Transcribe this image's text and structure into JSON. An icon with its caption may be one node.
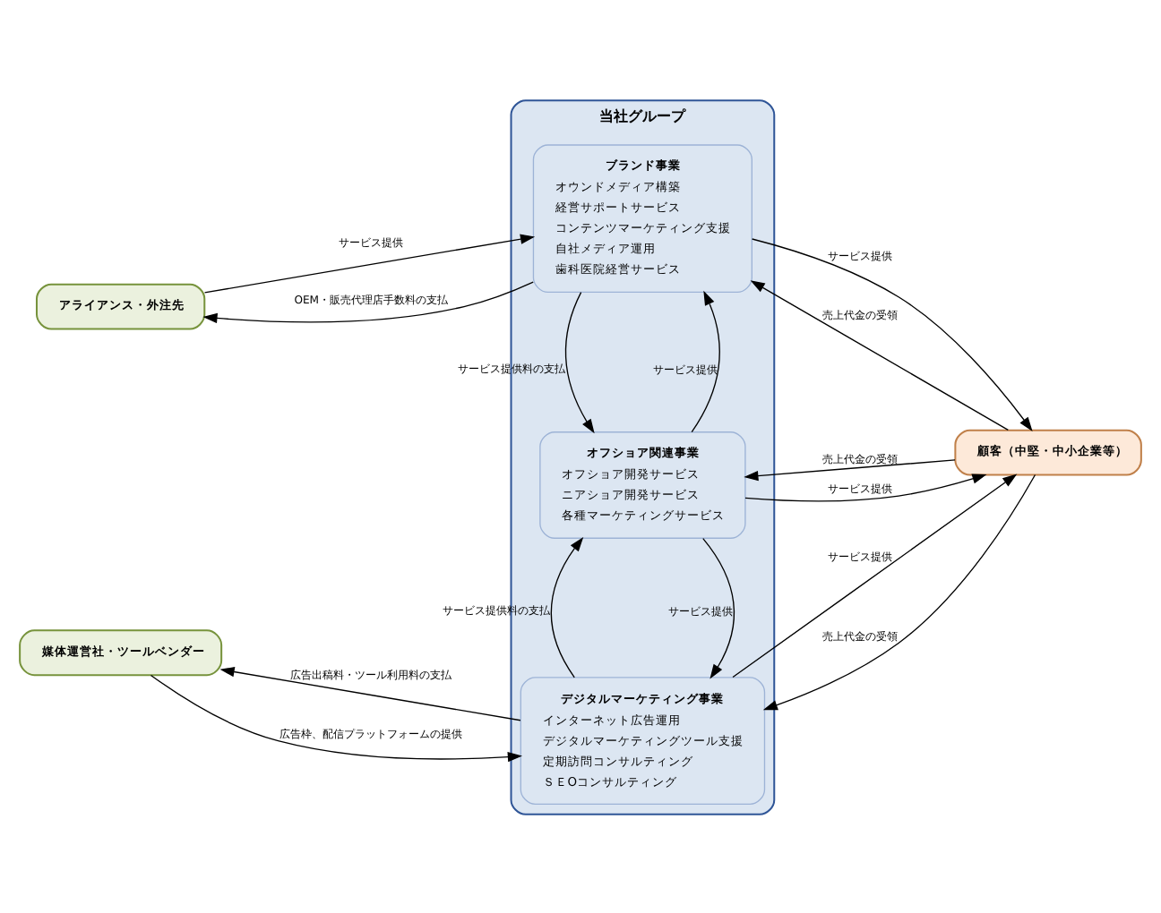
{
  "diagram": {
    "nodes": [
      {
        "text": [
          "アライアンス・外注先"
        ]
      },
      {
        "text": [
          "当社グループ"
        ]
      },
      {
        "text": [
          "ブランド事業",
          "オウンドメディア構築",
          "経営サポートサービス",
          "コンテンツマーケティング支援",
          "自社メディア運用",
          "歯科医院経営サービス"
        ],
        "in": 1
      },
      {
        "text": [
          "オフショア関連事業",
          "オフショア開発サービス",
          "ニアショア開発サービス",
          "各種マーケティングサービス"
        ],
        "in": 1
      },
      {
        "text": [
          "デジタルマーケティング事業",
          "インターネット広告運用",
          "デジタルマーケティングツール支援",
          "定期訪問コンサルティング",
          "ＳＥOコンサルティング"
        ],
        "in": 1
      },
      {
        "text": [
          "媒体運営社・ツールベンダー"
        ]
      },
      {
        "text": [
          "顧客（中堅・中小企業等）"
        ]
      }
    ],
    "edges": [
      {
        "from": 0,
        "to": 2,
        "arrow": "to",
        "label": "サービス提供"
      },
      {
        "from": 2,
        "to": 0,
        "arrow": "to",
        "label": "OEM・販売代理店手数料の支払"
      },
      {
        "from": 2,
        "to": 6,
        "arrow": "to",
        "label": "サービス提供"
      },
      {
        "from": 6,
        "to": 2,
        "arrow": "to",
        "label": "売上代金の受領"
      },
      {
        "from": 3,
        "to": 2,
        "arrow": "to",
        "label": "サービス提供"
      },
      {
        "from": 2,
        "to": 3,
        "arrow": "to",
        "label": "サービス提供料の支払"
      },
      {
        "from": 3,
        "to": 6,
        "arrow": "to",
        "label": "サービス提供"
      },
      {
        "from": 6,
        "to": 3,
        "arrow": "to",
        "label": "売上代金の受領"
      },
      {
        "from": 3,
        "to": 4,
        "arrow": "to",
        "label": "サービス提供"
      },
      {
        "from": 4,
        "to": 3,
        "arrow": "to",
        "label": "サービス提供料の支払"
      },
      {
        "from": 5,
        "to": 4,
        "arrow": "to",
        "label": "広告枠、配信プラットフォームの提供"
      },
      {
        "from": 4,
        "to": 5,
        "arrow": "to",
        "label": "広告出稿料・ツール利用料の支払"
      },
      {
        "from": 4,
        "to": 6,
        "arrow": "to",
        "label": "サービス提供"
      },
      {
        "from": 6,
        "to": 4,
        "arrow": "to",
        "label": "売上代金の受領"
      }
    ]
  }
}
